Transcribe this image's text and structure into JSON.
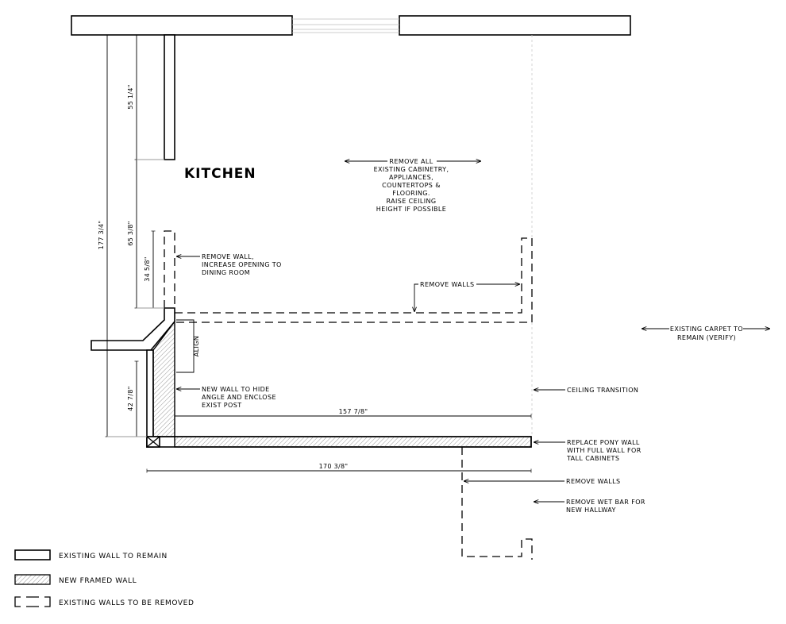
{
  "room": {
    "title": "KITCHEN"
  },
  "notes": {
    "remove_all": [
      "REMOVE ALL",
      "EXISTING CABINETRY,",
      "APPLIANCES,",
      "COUNTERTOPS &",
      "FLOORING.",
      "RAISE CEILING",
      "HEIGHT IF POSSIBLE"
    ],
    "remove_wall_opening": [
      "REMOVE WALL,",
      "INCREASE OPENING TO",
      "DINING ROOM"
    ],
    "remove_walls_upper": "REMOVE WALLS",
    "existing_carpet": [
      "EXISTING CARPET TO",
      "REMAIN (VERIFY)"
    ],
    "align": "ALIGN",
    "new_wall": [
      "NEW WALL TO HIDE",
      "ANGLE AND ENCLOSE",
      "EXIST POST"
    ],
    "ceiling_transition": "CEILING TRANSITION",
    "replace_pony_wall": [
      "REPLACE PONY WALL",
      "WITH FULL WALL FOR",
      "TALL CABINETS"
    ],
    "remove_walls_lower": "REMOVE WALLS",
    "remove_wet_bar": [
      "REMOVE WET BAR FOR",
      "NEW HALLWAY"
    ]
  },
  "dimensions": {
    "upper_wall": "55 1/4\"",
    "overall_height": "177 3/4\"",
    "opening_height": "65 3/8\"",
    "lower_opening": "34 5/8\"",
    "lower_left": "42 7/8\"",
    "wall_width": "157 7/8\"",
    "overall_width": "170 3/8\""
  },
  "legend": {
    "existing": "EXISTING WALL TO REMAIN",
    "new": "NEW FRAMED WALL",
    "removed": "EXISTING WALLS TO BE REMOVED"
  }
}
